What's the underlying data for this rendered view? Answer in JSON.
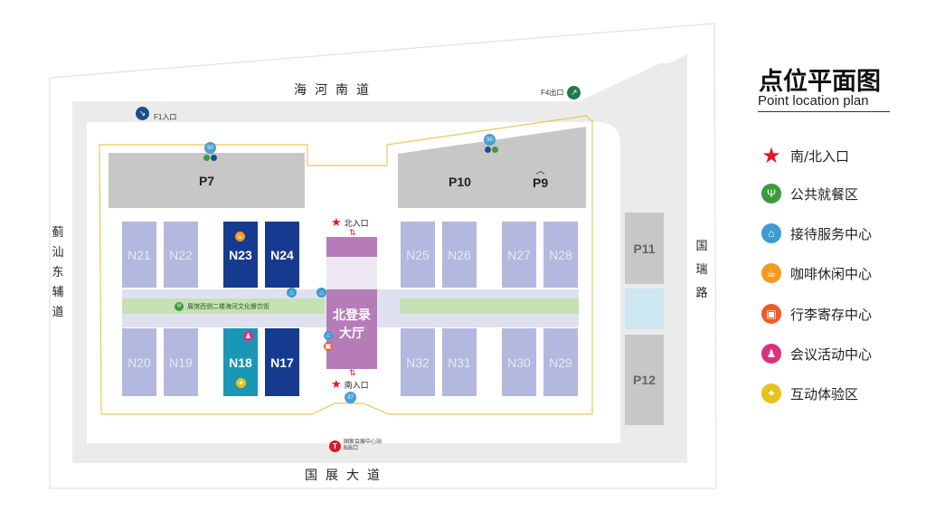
{
  "title": {
    "zh": "点位平面图",
    "en": "Point location plan"
  },
  "roads": {
    "north": "海河南道",
    "south": "国展大道",
    "west": [
      "蓟",
      "汕",
      "东",
      "辅",
      "道"
    ],
    "east": [
      "国",
      "瑞",
      "路"
    ]
  },
  "entrances": {
    "f1": "F1入口",
    "f4": "F4出口",
    "north": "北入口",
    "south": "南入口",
    "metro": [
      "国家会展中心站",
      "B出口"
    ]
  },
  "parking": {
    "p7": "P7",
    "p10": "P10",
    "p9": "P9",
    "p11": "P11",
    "p12": "P12"
  },
  "halls": {
    "n21": "N21",
    "n22": "N22",
    "n23": "N23",
    "n24": "N24",
    "n25": "N25",
    "n26": "N26",
    "n27": "N27",
    "n28": "N28",
    "n20": "N20",
    "n19": "N19",
    "n18": "N18",
    "n17": "N17",
    "n32": "N32",
    "n31": "N31",
    "n30": "N30",
    "n29": "N29"
  },
  "lobby": [
    "北登录",
    "大厅"
  ],
  "dining_street": "展馆西侧二楼海河文化餐饮街",
  "stops": {
    "s50": "50",
    "s55": "55",
    "s37": "37"
  },
  "legend": [
    {
      "label": "南/北入口",
      "icon": "star-icon",
      "color": "#e0162b"
    },
    {
      "label": "公共就餐区",
      "icon": "fork-spoon-icon",
      "color": "#3a9b3c"
    },
    {
      "label": "接待服务中心",
      "icon": "service-icon",
      "color": "#3d9bd0"
    },
    {
      "label": "咖啡休闲中心",
      "icon": "coffee-icon",
      "color": "#f29a1f"
    },
    {
      "label": "行李寄存中心",
      "icon": "luggage-icon",
      "color": "#ea5b2b"
    },
    {
      "label": "会议活动中心",
      "icon": "meeting-icon",
      "color": "#d8317f"
    },
    {
      "label": "互动体验区",
      "icon": "interactive-icon",
      "color": "#e8c21c"
    }
  ]
}
